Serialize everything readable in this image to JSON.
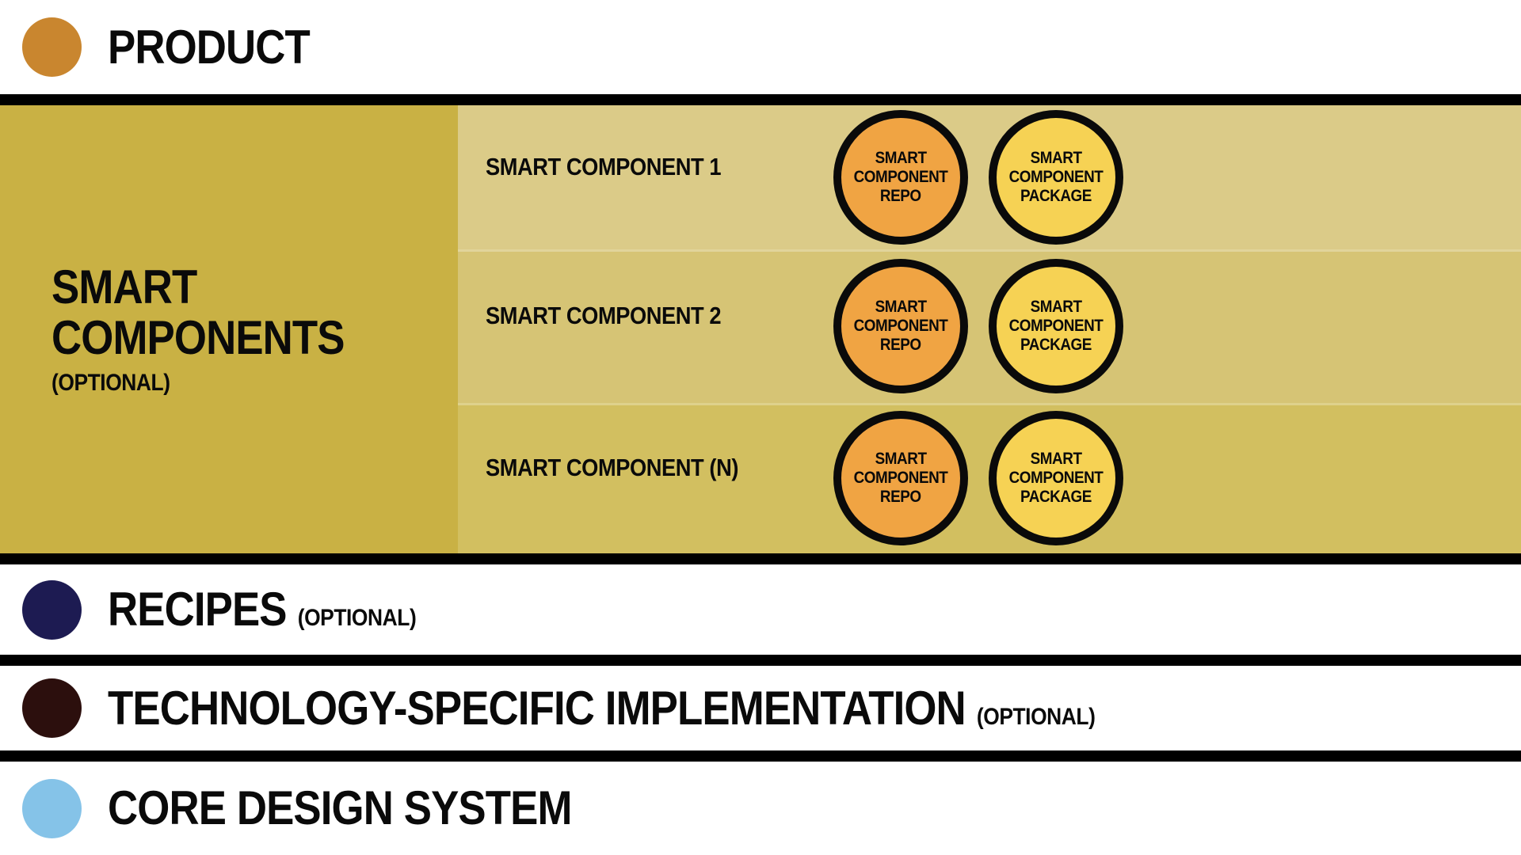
{
  "colors": {
    "background": "#ffffff",
    "divider": "#000000",
    "text": "#0a0a0a",
    "product_dot": "#c9862f",
    "smart_panel_bg": "#c9b144",
    "row1_bg": "#dbcb88",
    "row2_bg": "#d6c475",
    "row3_bg": "#d2bf60",
    "repo_circle_bg": "#f0a443",
    "package_circle_bg": "#f6d254",
    "circle_ring": "#0a0a0a",
    "recipes_dot": "#1d1b52",
    "tech_dot": "#2c0f0d",
    "core_dot": "#85c3e8"
  },
  "layers": {
    "product": {
      "label": "PRODUCT"
    },
    "smart_components": {
      "label_line1": "SMART",
      "label_line2": "COMPONENTS",
      "optional": "(OPTIONAL)",
      "rows": [
        {
          "label": "SMART COMPONENT 1",
          "repo_lines": [
            "SMART",
            "COMPONENT",
            "REPO"
          ],
          "package_lines": [
            "SMART",
            "COMPONENT",
            "PACKAGE"
          ]
        },
        {
          "label": "SMART COMPONENT 2",
          "repo_lines": [
            "SMART",
            "COMPONENT",
            "REPO"
          ],
          "package_lines": [
            "SMART",
            "COMPONENT",
            "PACKAGE"
          ]
        },
        {
          "label": "SMART COMPONENT (N)",
          "repo_lines": [
            "SMART",
            "COMPONENT",
            "REPO"
          ],
          "package_lines": [
            "SMART",
            "COMPONENT",
            "PACKAGE"
          ]
        }
      ]
    },
    "recipes": {
      "label": "RECIPES",
      "optional": "(OPTIONAL)"
    },
    "tech_impl": {
      "label": "TECHNOLOGY-SPECIFIC IMPLEMENTATION",
      "optional": "(OPTIONAL)"
    },
    "core": {
      "label": "CORE DESIGN SYSTEM"
    }
  }
}
